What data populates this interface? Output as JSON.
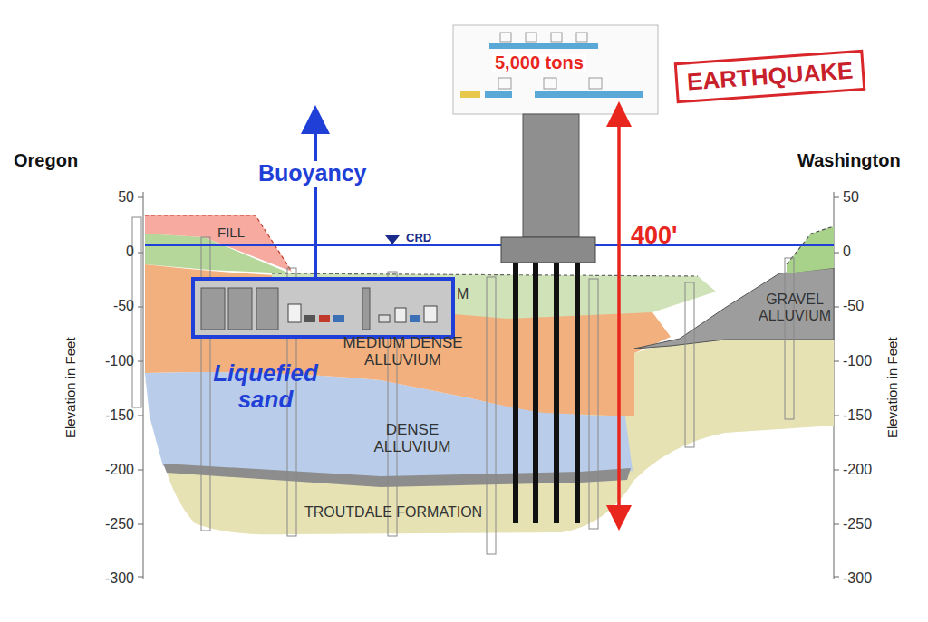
{
  "diagram": {
    "nodes": [
      {
        "text": [
          "EARTHQUAKE"
        ]
      }
    ],
    "labels": [
      "Oregon",
      "Washington",
      "Elevation in Feet",
      "Elevation in Feet",
      "50",
      "0",
      "-50",
      "-100",
      "-150",
      "-200",
      "-250",
      "-300",
      "50",
      "0",
      "-50",
      "-100",
      "-150",
      "-200",
      "-250",
      "-300",
      "FILL",
      "CRD",
      "Buoyancy",
      "5,000 tons",
      "400'",
      "Liquefied sand",
      "M",
      "MEDIUM DENSE ALLUVIUM",
      "DENSE ALLUVIUM",
      "TROUTDALE FORMATION",
      "GRAVEL ALLUVIUM"
    ]
  }
}
